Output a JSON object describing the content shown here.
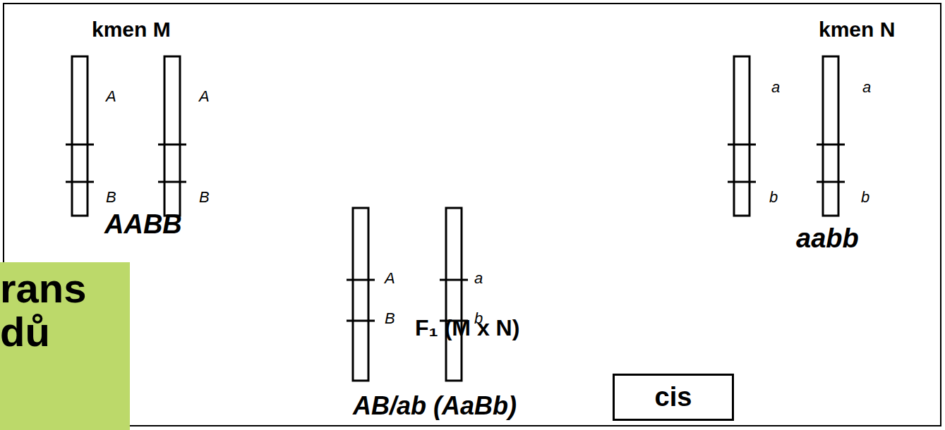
{
  "diagram": {
    "nodes": [
      {
        "text": [
          "rans dů"
        ]
      },
      {
        "text": [
          "cis"
        ]
      }
    ],
    "labels": [
      "kmen M",
      "A",
      "A",
      "B",
      "B",
      "AABB",
      "F₁ (M x N)",
      "A",
      "B",
      "a",
      "b",
      "AB/ab (AaBb)",
      "kmen N",
      "a",
      "a",
      "b",
      "b",
      "aabb"
    ]
  }
}
